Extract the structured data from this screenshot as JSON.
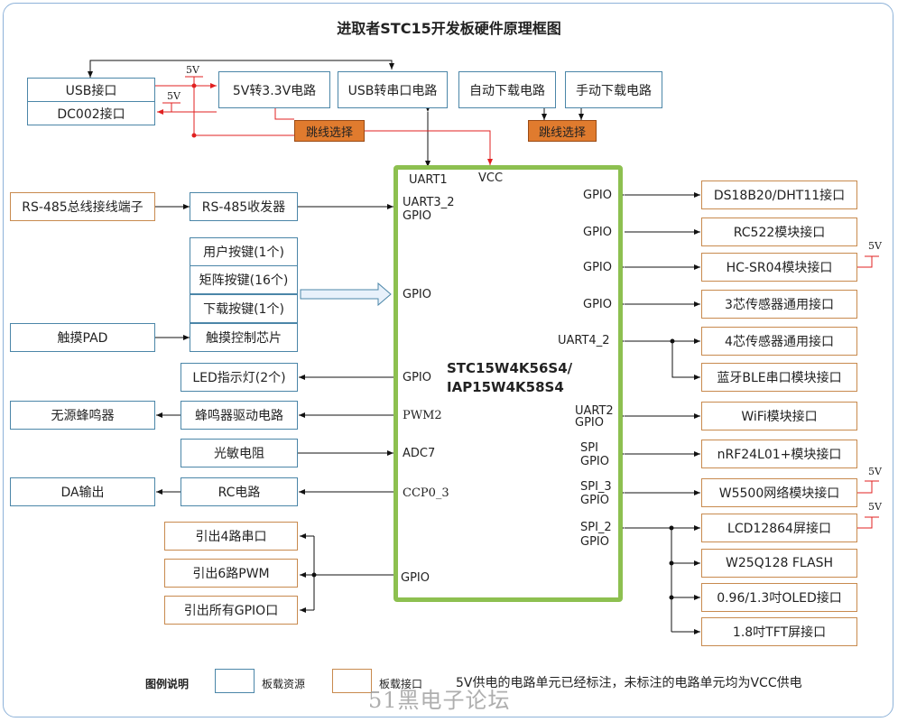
{
  "title": "进取者STC15开发板硬件原理框图",
  "top": {
    "usb": "USB接口",
    "dc": "DC002接口",
    "conv": "5V转3.3V电路",
    "usb_serial": "USB转串口电路",
    "auto_dl": "自动下载电路",
    "manual_dl": "手动下载电路",
    "jumper": "跳线选择",
    "v5": "5V"
  },
  "mcu": {
    "chip": [
      "STC15W4K56S4/",
      "IAP15W4K58S4"
    ],
    "uart1": "UART1",
    "vcc": "VCC",
    "uart3": "UART3_2",
    "gpio": "GPIO",
    "pwm2": "PWM2",
    "adc7": "ADC7",
    "ccp": "CCP0_3",
    "uart4": "UART4_2",
    "uart2": "UART2",
    "spi": "SPI",
    "spi3": "SPI_3",
    "spi2": "SPI_2"
  },
  "left": {
    "rs485_term": "RS-485总线接线端子",
    "rs485_tx": "RS-485收发器",
    "key_user": "用户按键(1个)",
    "key_matrix": "矩阵按键(16个)",
    "key_dl": "下载按键(1个)",
    "touch_pad": "触摸PAD",
    "touch_chip": "触摸控制芯片",
    "led": "LED指示灯(2个)",
    "buzzer": "无源蜂鸣器",
    "buzzer_drv": "蜂鸣器驱动电路",
    "ldr": "光敏电阻",
    "da": "DA输出",
    "rc": "RC电路",
    "out_uart": "引出4路串口",
    "out_pwm": "引出6路PWM",
    "out_gpio": "引出所有GPIO口"
  },
  "right": {
    "ds18b20": "DS18B20/DHT11接口",
    "rc522": "RC522模块接口",
    "hcsr04": "HC-SR04模块接口",
    "sensor3": "3芯传感器通用接口",
    "sensor4": "4芯传感器通用接口",
    "ble": "蓝牙BLE串口模块接口",
    "wifi": "WiFi模块接口",
    "nrf": "nRF24L01+模块接口",
    "w5500": "W5500网络模块接口",
    "lcd": "LCD12864屏接口",
    "flash": "W25Q128 FLASH",
    "oled": "0.96/1.3吋OLED接口",
    "tft": "1.8吋TFT屏接口"
  },
  "legend": {
    "title": "图例说明",
    "board_res": "板载资源",
    "board_if": "板载接口",
    "note": "5V供电的电路单元已经标注，未标注的电路单元均为VCC供电"
  },
  "watermark": "51黑电子论坛",
  "colors": {
    "board_resource_border": "#4b86a8",
    "board_interface_border": "#c88a4e",
    "jumper_fill": "#e07b2e",
    "mcu_border": "#8dc050",
    "power_line": "#e02020"
  }
}
